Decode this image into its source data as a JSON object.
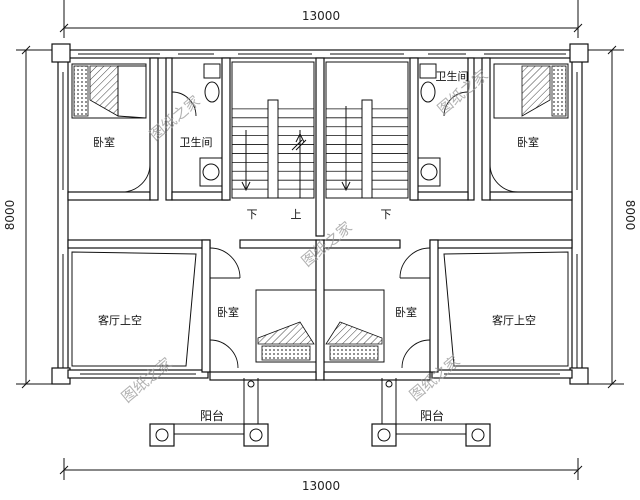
{
  "dimensions": {
    "top_width": "13000",
    "bottom_width": "13000",
    "left_height": "8000",
    "right_height": "8000"
  },
  "rooms": {
    "bedroom_top_left": "卧室",
    "bathroom_left": "卫生间",
    "bathroom_right": "卫生间",
    "bedroom_top_right": "卧室",
    "living_void_left": "客厅上空",
    "bedroom_mid_left": "卧室",
    "bedroom_mid_right": "卧室",
    "living_void_right": "客厅上空",
    "balcony_left": "阳台",
    "balcony_right": "阳台"
  },
  "stairs": {
    "left_down": "下",
    "left_up": "上",
    "right_down": "下"
  },
  "watermark": {
    "text": "图纸之家"
  }
}
